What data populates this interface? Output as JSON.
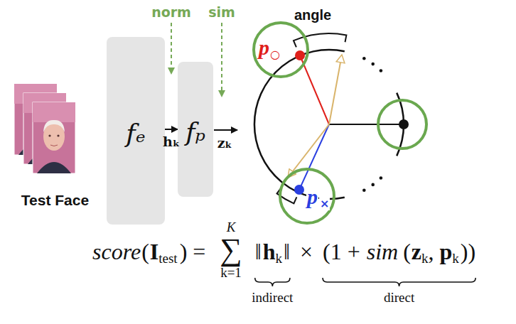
{
  "diagram": {
    "nodes": [
      {
        "text": [
          "Test Face"
        ]
      },
      {
        "text": [
          "fₑ"
        ]
      },
      {
        "text": [
          "fₚ"
        ]
      }
    ],
    "edges": [
      {
        "from": 1,
        "to": 2,
        "arrow": "to",
        "label": "hₖ"
      }
    ],
    "labels": [
      "norm",
      "sim",
      "angle",
      "p",
      "○",
      "p",
      "×",
      "zₖ",
      "score",
      "(",
      "I",
      "test",
      ") =",
      "K",
      "∑",
      "k=1",
      "‖",
      "h",
      "k",
      "‖",
      "×",
      "(1 +",
      "sim",
      "(",
      "z",
      "k",
      ",",
      "p",
      "k",
      "))",
      "indirect",
      "direct"
    ]
  }
}
